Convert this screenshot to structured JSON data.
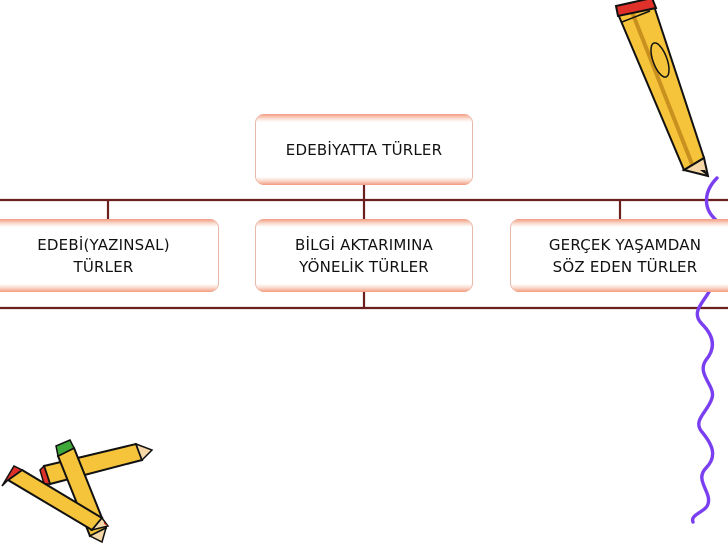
{
  "diagram": {
    "root": {
      "label": "EDEBİYATTA TÜRLER"
    },
    "children": [
      {
        "line1": "EDEBİ(YAZINSAL)",
        "line2": "TÜRLER"
      },
      {
        "line1": "BİLGİ AKTARIMINA",
        "line2": "YÖNELİK TÜRLER"
      },
      {
        "line1": "GERÇEK YAŞAMDAN",
        "line2": "SÖZ EDEN TÜRLER"
      }
    ]
  },
  "colors": {
    "connector": "#6b1f1f",
    "node_band": "#f29a80",
    "pencil_body": "#f5c43a",
    "pencil_tip_red": "#e0302a",
    "doodle_line": "#7a3ff0"
  },
  "decorations": [
    "pencil-icon",
    "pencils-bundle-icon",
    "squiggle-line"
  ]
}
